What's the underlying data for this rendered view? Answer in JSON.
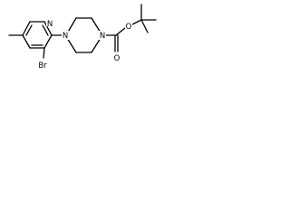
{
  "molecule": {
    "atoms": {
      "ring_nitrogen": "N",
      "bromine": "Br",
      "piperazine_n1": "N",
      "piperazine_n4": "N",
      "carbonyl_oxygen": "O",
      "ester_oxygen": "O"
    }
  }
}
